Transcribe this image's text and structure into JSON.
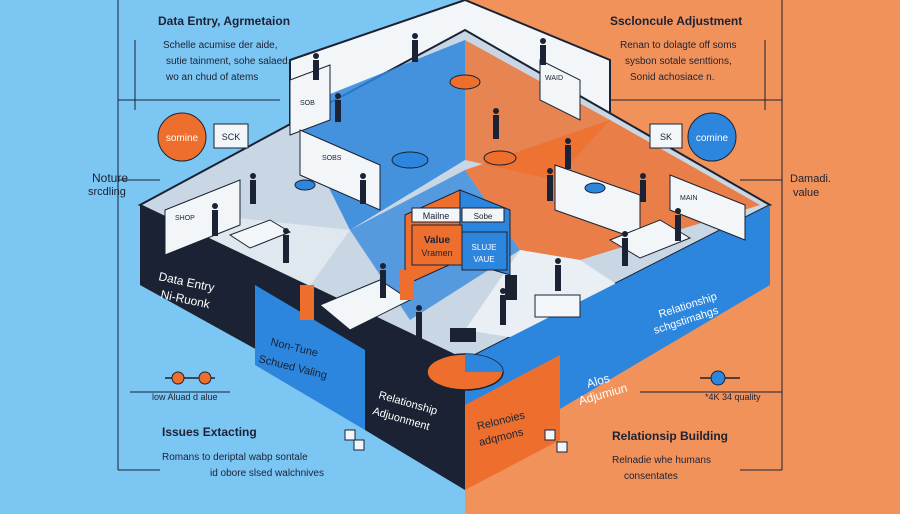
{
  "top_left": {
    "title": "Data Entry, Agrmetaion",
    "lines": [
      "Schelle acumise der aide,",
      "sutie tainment, sohe salaed,",
      "wo an chud of atems"
    ]
  },
  "top_right": {
    "title": "Sscloncule Adjustment",
    "lines": [
      "Renan to dolagte off soms",
      "sysbon sotale senttions,",
      "Sonid achosiace n."
    ]
  },
  "bottom_left": {
    "title": "Issues Extacting",
    "lines": [
      "Romans to deriptal wabp sontale",
      "id obore slsed walchnives"
    ]
  },
  "bottom_right": {
    "title": "Relationsip Building",
    "lines": [
      "Relnadie whe humans",
      "consentates"
    ]
  },
  "side_left": [
    "Noture",
    "srcdling"
  ],
  "side_right": [
    "Damadi.",
    "value"
  ],
  "badge_left": {
    "pill": "somine",
    "tag": "SCK"
  },
  "badge_right": {
    "pill": "comine",
    "tag": "SK"
  },
  "slider_left_caption": "low Aluad d alue",
  "slider_right_caption": "*4K 34 quality",
  "floor_labels": {
    "data_entry": [
      "Data Entry",
      "Ni-Ruonk"
    ],
    "non_tune": [
      "Non-Tune",
      "Schued Valing"
    ],
    "rel_adj": [
      "Relationship",
      "Adjuonment"
    ],
    "rel_mid": [
      "Relonoies",
      "adqmons"
    ],
    "alos": [
      "Alos",
      "Adjumiun"
    ],
    "rel_right": [
      "Relationship",
      "schgstimahgs"
    ]
  },
  "room_labels": {
    "value": [
      "Value",
      "Vramen"
    ],
    "sule_value": [
      "SLUJE",
      "VAUE"
    ],
    "mine": "Mailne",
    "sobe": "Sobe",
    "sob": "SOB",
    "sobs": "SOBS",
    "main": "MAIN",
    "shop": "SHOP",
    "waid": "WAID"
  },
  "colors": {
    "bg_left": "#7cc6f4",
    "bg_right": "#f2925b",
    "orange": "#ee6f2d",
    "blue": "#2d86dd",
    "dark": "#1a2233",
    "wall": "#f3f6f9"
  }
}
